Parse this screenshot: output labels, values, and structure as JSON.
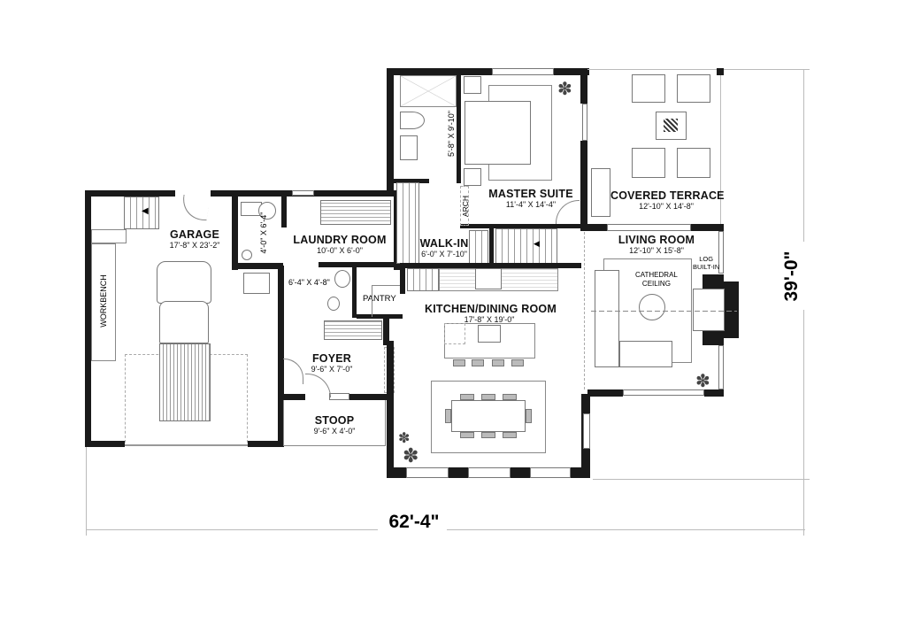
{
  "plan": {
    "overall_width": "62'-4\"",
    "overall_depth": "39'-0\""
  },
  "rooms": {
    "garage": {
      "name": "GARAGE",
      "dim": "17'-8\" X 23'-2\""
    },
    "workbench": {
      "name": "WORKBENCH"
    },
    "closet": {
      "dim": "4'-0\" X 6'-4\""
    },
    "laundry": {
      "name": "LAUNDRY ROOM",
      "dim": "10'-0\" X 6'-0\""
    },
    "powder": {
      "dim": "6'-4\" X 4'-8\""
    },
    "pantry": {
      "name": "PANTRY"
    },
    "foyer": {
      "name": "FOYER",
      "dim": "9'-6\" X 7'-0\""
    },
    "stoop": {
      "name": "STOOP",
      "dim": "9'-6\" X 4'-0\""
    },
    "ensuite": {
      "dim": "5'-8\" X 9'-10\""
    },
    "walkin": {
      "name": "WALK-IN",
      "dim": "6'-0\" X 7'-10\""
    },
    "master": {
      "name": "MASTER SUITE",
      "dim": "11'-4\" X 14'-4\""
    },
    "terrace": {
      "name": "COVERED TERRACE",
      "dim": "12'-10\" X 14'-8\""
    },
    "living": {
      "name": "LIVING ROOM",
      "dim": "12'-10\" X 15'-8\""
    },
    "kitchen": {
      "name": "KITCHEN/DINING ROOM",
      "dim": "17'-8\" X 19'-0\""
    }
  },
  "annotations": {
    "arch_label": "ARCH",
    "cathedral_line1": "CATHEDRAL",
    "cathedral_line2": "CEILING",
    "log_line1": "LOG",
    "log_line2": "BUILT-IN"
  }
}
